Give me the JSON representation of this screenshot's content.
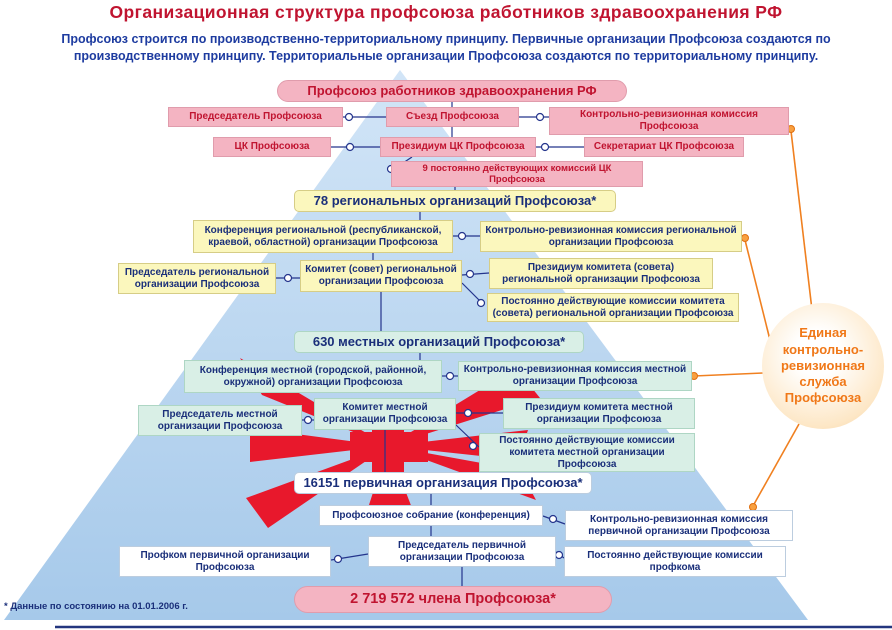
{
  "title": "Организационная структура профсоюза работников здравоохранения РФ",
  "intro": "Профсоюз строится по производственно-территориальному принципу. Первичные организации Профсоюза создаются по производственному принципу. Территориальные организации Профсоюза создаются по территориальному принципу.",
  "footnote": "* Данные по состоянию на 01.01.2006 г.",
  "audit_service_label": "Единая контрольно-ревизионная служба Профсоюза",
  "members_total": "2 719 572 члена Профсоюза*",
  "federal": {
    "header": "Профсоюз работников здравоохранения РФ",
    "chairman": "Председатель Профсоюза",
    "congress": "Съезд Профсоюза",
    "audit_commission": "Контрольно-ревизионная комиссия Профсоюза",
    "central_committee": "ЦК Профсоюза",
    "presidium": "Президиум ЦК Профсоюза",
    "secretariat": "Секретариат ЦК Профсоюза",
    "standing_commissions": "9 постоянно действующих комиссий ЦК Профсоюза"
  },
  "regional": {
    "header": "78 региональных организаций Профсоюза*",
    "conference": "Конференция региональной (республиканской, краевой, областной) организации Профсоюза",
    "audit_commission": "Контрольно-ревизионная комиссия региональной организации Профсоюза",
    "chairman": "Председатель региональной организации Профсоюза",
    "committee": "Комитет (совет) региональной организации Профсоюза",
    "presidium": "Президиум комитета (совета) региональной организации Профсоюза",
    "standing_commissions": "Постоянно действующие комиссии комитета (совета) региональной организации Профсоюза"
  },
  "local": {
    "header": "630 местных организаций Профсоюза*",
    "conference": "Конференция местной (городской, районной, окружной) организации Профсоюза",
    "audit_commission": "Контрольно-ревизионная комиссия местной организации Профсоюза",
    "chairman": "Председатель местной организации Профсоюза",
    "committee": "Комитет местной организации Профсоюза",
    "presidium": "Президиум комитета местной организации Профсоюза",
    "standing_commissions": "Постоянно действующие комиссии комитета местной организации Профсоюза"
  },
  "primary": {
    "header": "16151 первичная организация Профсоюза*",
    "meeting": "Профсоюзное собрание (конференция)",
    "audit_commission": "Контрольно-ревизионная комиссия первичной организации Профсоюза",
    "profkom": "Профком первичной организации Профсоюза",
    "chairman": "Председатель первичной организации Профсоюза",
    "standing_commissions": "Постоянно действующие комиссии профкома"
  },
  "colors": {
    "title": "#c01430",
    "intro_text": "#1e3ca0",
    "federal_box_bg": "#f4b4c2",
    "federal_box_text": "#c01430",
    "regional_box_bg": "#fbf7bd",
    "local_box_bg": "#d9efe6",
    "box_text": "#1a2f7a",
    "pyramid_top": "#d2e5f7",
    "pyramid_bottom": "#a6c9ea",
    "connector": "#24348c",
    "audit_service_text": "#f07818",
    "emblem_red": "#e8182c"
  }
}
